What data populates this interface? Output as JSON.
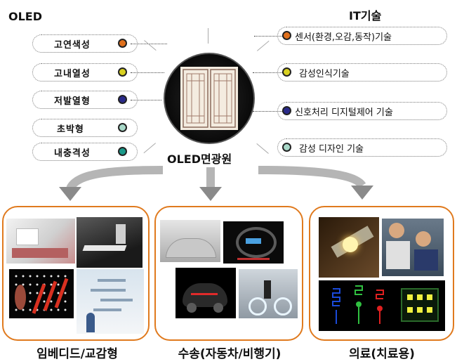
{
  "left_heading": "OLED",
  "right_heading": "IT기술",
  "center_label": "OLED면광원",
  "oled_features": [
    {
      "label": "고연색성",
      "color": "#e0701c"
    },
    {
      "label": "고내열성",
      "color": "#d8d020"
    },
    {
      "label": "저발열형",
      "color": "#2a2a8a"
    },
    {
      "label": "초박형",
      "color": "#a8d8c8"
    },
    {
      "label": "내충격성",
      "color": "#1a9a8a"
    }
  ],
  "it_tech": [
    {
      "label": "센서(환경,오감,동작)기술",
      "color": "#e0701c"
    },
    {
      "label": "감성인식기술",
      "color": "#d8d020"
    },
    {
      "label": "신호처리 디지털제어 기술",
      "color": "#2a2a8a"
    },
    {
      "label": "감성 디자인 기술",
      "color": "#a8d8c8"
    }
  ],
  "categories": [
    {
      "label": "임베디드/교감형"
    },
    {
      "label": "수송(자동차/비행기)"
    },
    {
      "label": "의료(치료용)"
    }
  ],
  "colors": {
    "panel_border": "#e07a1e",
    "arrow": "#8a8a8a"
  }
}
